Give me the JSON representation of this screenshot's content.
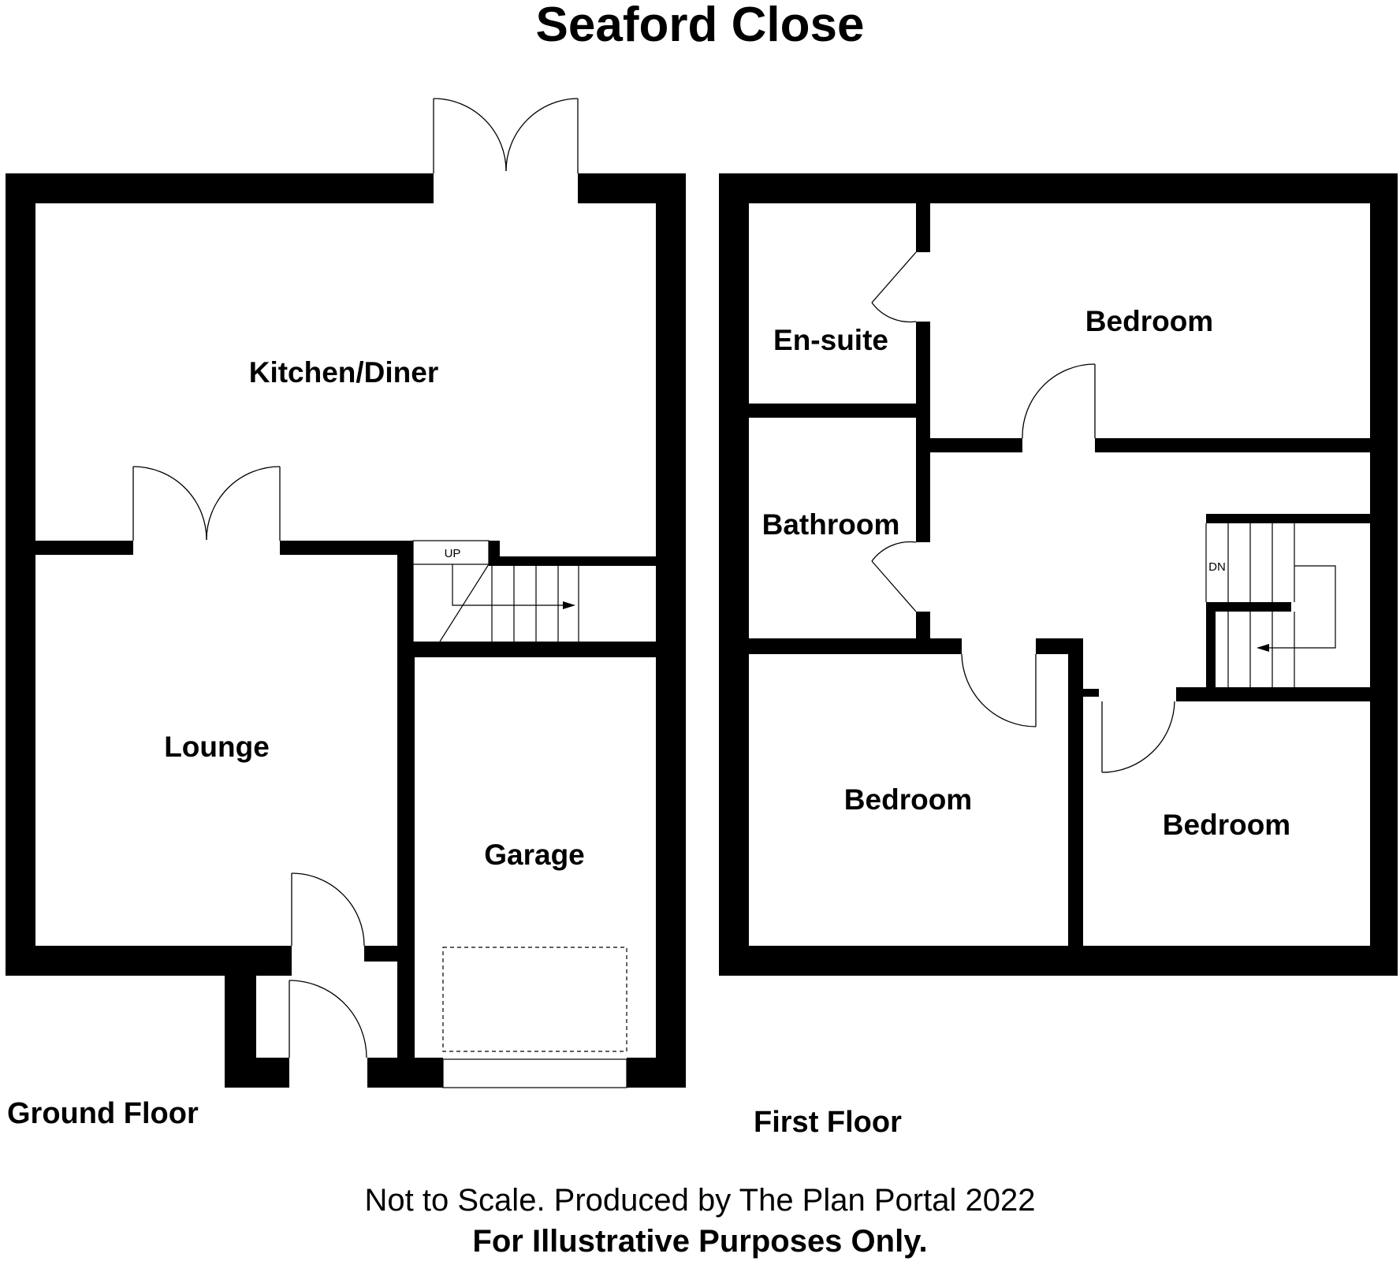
{
  "title": "Seaford Close",
  "floors": {
    "ground": {
      "label": "Ground Floor",
      "rooms": {
        "kitchen": "Kitchen/Diner",
        "lounge": "Lounge",
        "garage": "Garage"
      },
      "stair_label": "UP"
    },
    "first": {
      "label": "First Floor",
      "rooms": {
        "ensuite": "En-suite",
        "bedroom_top": "Bedroom",
        "bathroom": "Bathroom",
        "bedroom_left": "Bedroom",
        "bedroom_right": "Bedroom"
      },
      "stair_label": "DN"
    }
  },
  "footer": {
    "line1": "Not to Scale. Produced by The Plan Portal 2022",
    "line2": "For Illustrative Purposes Only."
  }
}
